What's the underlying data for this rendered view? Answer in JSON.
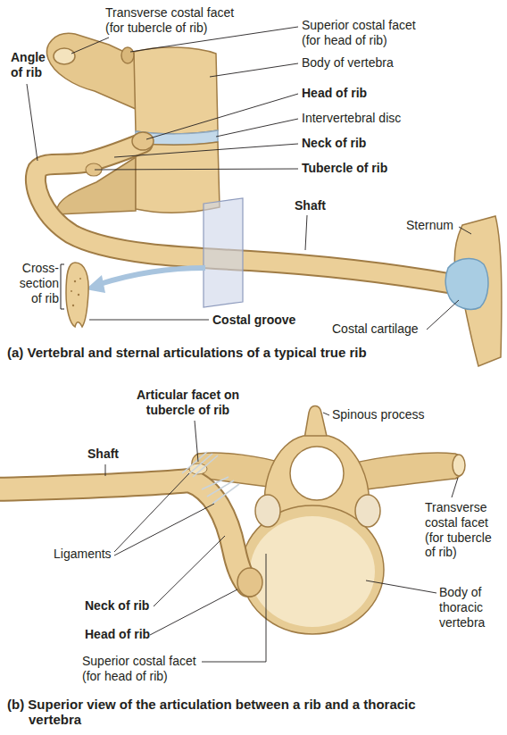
{
  "diagram": {
    "labels": [
      "Transverse costal facet (for tubercle of rib)",
      "Angle of rib",
      "Superior costal facet (for head of rib)",
      "Body of vertebra",
      "Head of rib",
      "Intervertebral disc",
      "Neck of rib",
      "Tubercle of rib",
      "Shaft",
      "Sternum",
      "Cross- section of rib",
      "Costal groove",
      "Costal cartilage",
      "(a) Vertebral and sternal articulations of a typical true rib",
      "Articular facet on tubercle of rib",
      "Spinous process",
      "Shaft",
      "Transverse costal facet (for tubercle of rib)",
      "Ligaments",
      "Neck of rib",
      "Head of rib",
      "Superior costal facet (for head of rib)",
      "Body of thoracic vertebra",
      "(b) Superior view of the articulation between a rib and a thoracic vertebra"
    ]
  }
}
